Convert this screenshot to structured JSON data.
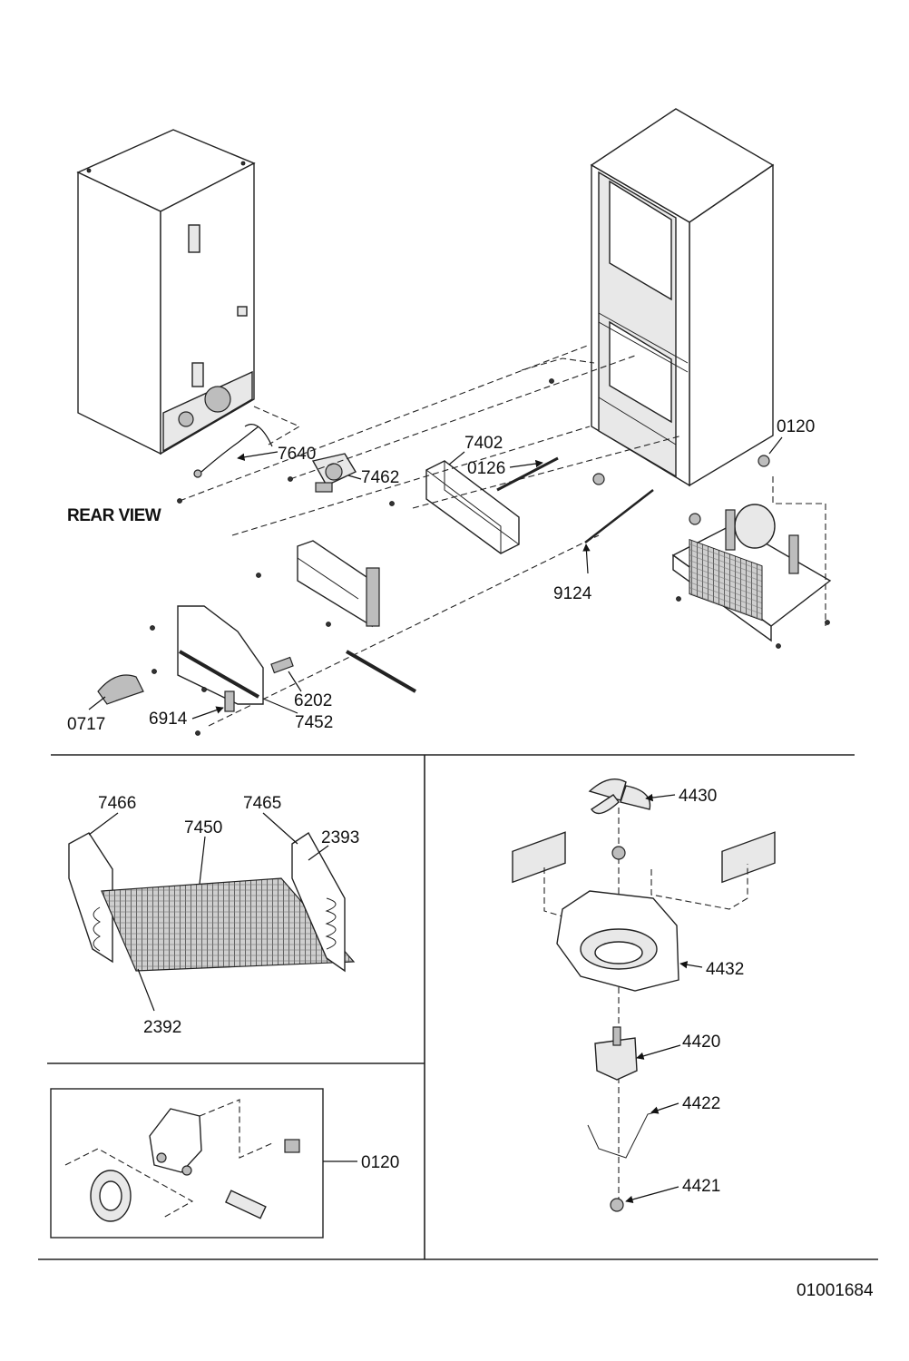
{
  "labels": {
    "rear_view": "REAR VIEW",
    "p7640": "7640",
    "p7462": "7462",
    "p7402": "7402",
    "p0126": "0126",
    "p0120_top": "0120",
    "p9124": "9124",
    "p0717": "0717",
    "p6914": "6914",
    "p6202": "6202",
    "p7452": "7452",
    "p7466": "7466",
    "p7465": "7465",
    "p7450": "7450",
    "p2393": "2393",
    "p2392": "2392",
    "p0120_box": "0120",
    "p4430": "4430",
    "p4432": "4432",
    "p4420": "4420",
    "p4422": "4422",
    "p4421": "4421",
    "diagram_id": "01001684"
  }
}
